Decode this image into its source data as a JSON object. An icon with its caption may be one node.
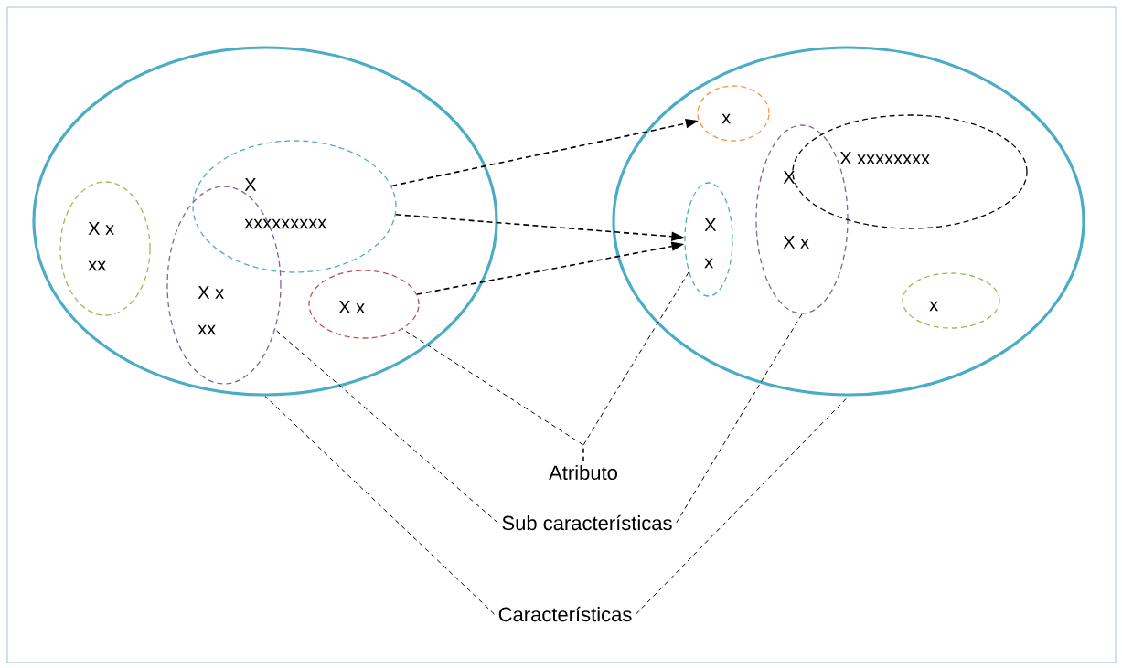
{
  "diagram": {
    "nodes": [
      {
        "text": [],
        "shape": "ellipse"
      },
      {
        "text": [
          "X x",
          "xx"
        ],
        "in": 0
      },
      {
        "text": [
          "X",
          "xxxxxxxxx"
        ],
        "in": 0
      },
      {
        "text": [
          "X x",
          "xx"
        ],
        "in": 0
      },
      {
        "text": [
          "X x"
        ],
        "in": 0
      },
      {
        "text": [],
        "shape": "ellipse"
      },
      {
        "text": [
          "x"
        ],
        "in": 5
      },
      {
        "text": [
          "X",
          "x"
        ],
        "in": 5
      },
      {
        "text": [
          "X",
          "X x"
        ],
        "in": 5
      },
      {
        "text": [
          "X xxxxxxxx"
        ],
        "in": 5
      },
      {
        "text": [
          "x"
        ],
        "in": 5
      },
      {
        "text": [
          "Atributo"
        ]
      },
      {
        "text": [
          "Sub características"
        ]
      },
      {
        "text": [
          "Características"
        ]
      }
    ],
    "edges": [
      {
        "from": 2,
        "to": 6,
        "arrow": "to",
        "style": "dashed"
      },
      {
        "from": 2,
        "to": 7,
        "arrow": "to",
        "style": "dashed"
      },
      {
        "from": 4,
        "to": 7,
        "arrow": "to",
        "style": "dashed"
      },
      {
        "from": 11,
        "to": 4,
        "arrow": "none",
        "style": "dashed"
      },
      {
        "from": 11,
        "to": 7,
        "arrow": "none",
        "style": "dashed"
      },
      {
        "from": 12,
        "to": 3,
        "arrow": "none",
        "style": "dashed"
      },
      {
        "from": 12,
        "to": 8,
        "arrow": "none",
        "style": "dashed"
      },
      {
        "from": 13,
        "to": 0,
        "arrow": "none",
        "style": "dashed"
      },
      {
        "from": 13,
        "to": 5,
        "arrow": "none",
        "style": "dashed"
      }
    ]
  }
}
